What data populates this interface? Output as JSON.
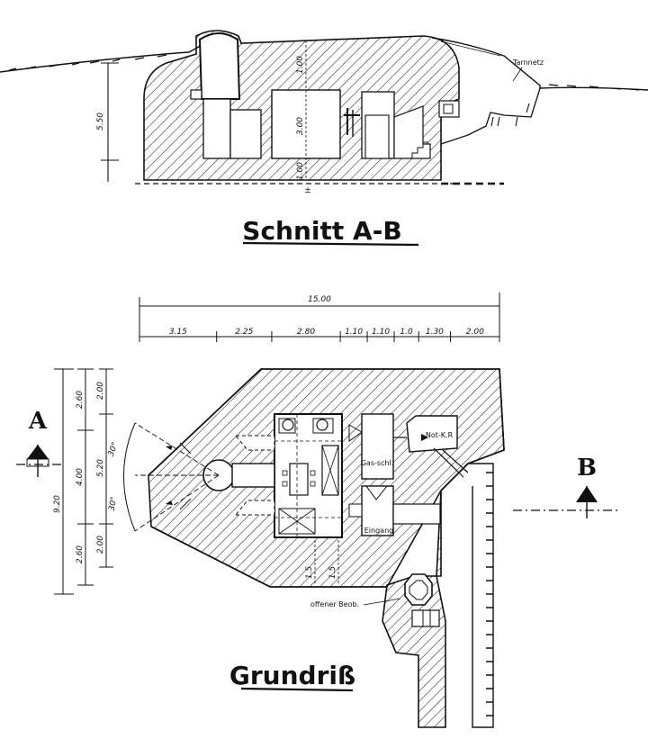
{
  "section": {
    "title": "Schnitt A-B",
    "camouflage_label": "Tarnnetz",
    "dims": {
      "height_total": "5.50",
      "height_upper": "1.00",
      "height_room": "3.00",
      "height_floor": "1.00",
      "floor_mark": "±"
    }
  },
  "plan": {
    "title": "Grundriß",
    "overall_width": "15.00",
    "segments": [
      "3.15",
      "2.25",
      "2.80",
      "1.10",
      "1.10",
      "1.0",
      "1.30",
      "2.00"
    ],
    "vertical_outer": [
      "9.20"
    ],
    "vertical_mid": [
      "2.60",
      "4.00",
      "2.60"
    ],
    "vertical_inner": [
      "2.00",
      "5.20",
      "2.00"
    ],
    "angle_label": "30°",
    "angle_label_2": "30°",
    "rooms": {
      "emergency_exit": "Not-K.R",
      "gas_lock": "Gas-schl.",
      "entrance": "Eingang",
      "observation": "offener Beob."
    },
    "small_dims": [
      "1.5",
      "1.5"
    ]
  },
  "section_markers": {
    "a": "A",
    "b": "B"
  }
}
